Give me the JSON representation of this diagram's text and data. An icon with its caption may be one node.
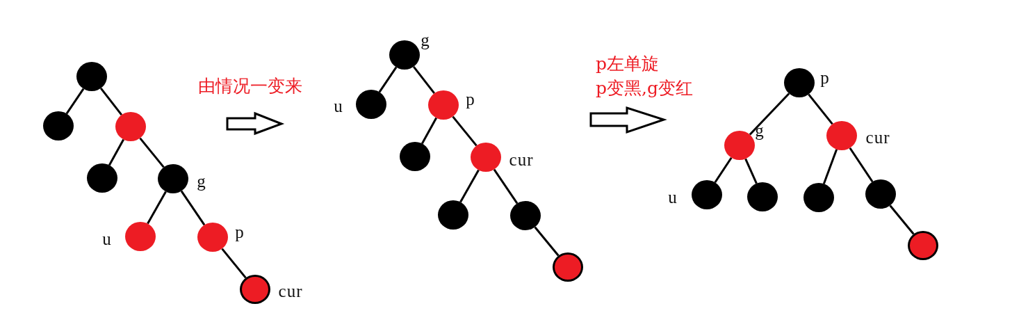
{
  "diagram": {
    "nodes": [
      {
        "text": [],
        "shape": "circle"
      },
      {
        "text": [],
        "shape": "circle"
      },
      {
        "text": [],
        "shape": "circle"
      },
      {
        "text": [],
        "shape": "circle"
      },
      {
        "text": [],
        "shape": "circle",
        "beside": [
          "g"
        ]
      },
      {
        "text": [],
        "shape": "circle",
        "beside": [
          "u"
        ]
      },
      {
        "text": [],
        "shape": "circle",
        "beside": [
          "p"
        ]
      },
      {
        "text": [],
        "shape": "circle",
        "beside": [
          "cur"
        ]
      },
      {
        "text": [],
        "shape": "circle",
        "beside": [
          "g"
        ]
      },
      {
        "text": [],
        "shape": "circle",
        "beside": [
          "u"
        ]
      },
      {
        "text": [],
        "shape": "circle",
        "beside": [
          "p"
        ]
      },
      {
        "text": [],
        "shape": "circle"
      },
      {
        "text": [],
        "shape": "circle",
        "beside": [
          "cur"
        ]
      },
      {
        "text": [],
        "shape": "circle"
      },
      {
        "text": [],
        "shape": "circle"
      },
      {
        "text": [],
        "shape": "circle"
      },
      {
        "text": [],
        "shape": "circle",
        "beside": [
          "p"
        ]
      },
      {
        "text": [],
        "shape": "circle",
        "beside": [
          "g"
        ]
      },
      {
        "text": [],
        "shape": "circle",
        "beside": [
          "cur"
        ]
      },
      {
        "text": [],
        "shape": "circle",
        "beside": [
          "u"
        ]
      },
      {
        "text": [],
        "shape": "circle"
      },
      {
        "text": [],
        "shape": "circle"
      },
      {
        "text": [],
        "shape": "circle"
      },
      {
        "text": [],
        "shape": "circle"
      }
    ],
    "edges": [
      {
        "from": 0,
        "to": 1,
        "arrow": "none"
      },
      {
        "from": 0,
        "to": 2,
        "arrow": "none"
      },
      {
        "from": 2,
        "to": 3,
        "arrow": "none"
      },
      {
        "from": 2,
        "to": 4,
        "arrow": "none"
      },
      {
        "from": 4,
        "to": 5,
        "arrow": "none"
      },
      {
        "from": 4,
        "to": 6,
        "arrow": "none"
      },
      {
        "from": 6,
        "to": 7,
        "arrow": "none"
      },
      {
        "from": 8,
        "to": 9,
        "arrow": "none"
      },
      {
        "from": 8,
        "to": 10,
        "arrow": "none"
      },
      {
        "from": 10,
        "to": 11,
        "arrow": "none"
      },
      {
        "from": 10,
        "to": 12,
        "arrow": "none"
      },
      {
        "from": 12,
        "to": 13,
        "arrow": "none"
      },
      {
        "from": 12,
        "to": 14,
        "arrow": "none"
      },
      {
        "from": 14,
        "to": 15,
        "arrow": "none"
      },
      {
        "from": 16,
        "to": 17,
        "arrow": "none"
      },
      {
        "from": 16,
        "to": 18,
        "arrow": "none"
      },
      {
        "from": 17,
        "to": 19,
        "arrow": "none"
      },
      {
        "from": 17,
        "to": 20,
        "arrow": "none"
      },
      {
        "from": 18,
        "to": 21,
        "arrow": "none"
      },
      {
        "from": 18,
        "to": 22,
        "arrow": "none"
      },
      {
        "from": 22,
        "to": 23,
        "arrow": "none"
      }
    ],
    "labels": [
      "由情况一变来",
      "p左单旋",
      "p变黑,g变红"
    ]
  }
}
